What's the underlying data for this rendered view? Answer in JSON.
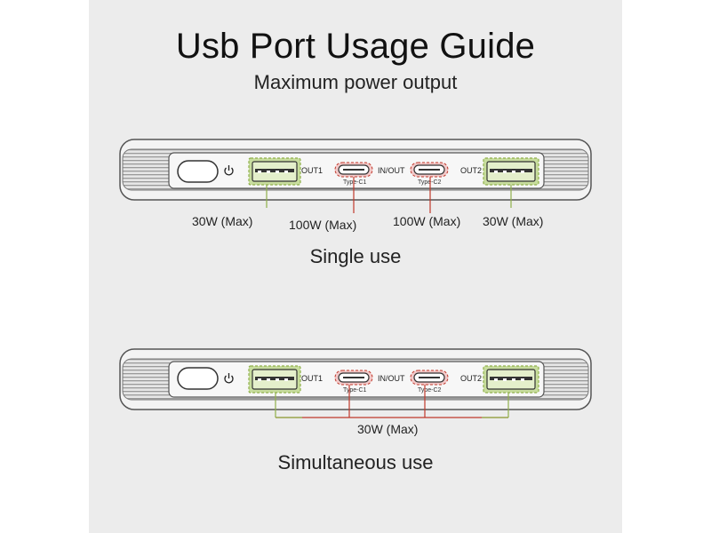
{
  "title": "Usb Port Usage Guide",
  "subtitle": "Maximum power output",
  "ports": {
    "out1": "OUT1",
    "in_out": "IN/OUT",
    "out2": "OUT2",
    "type_c1": "Type-C1",
    "type_c2": "Type-C2"
  },
  "single": {
    "label": "Single use",
    "out1_watts": "30W (Max)",
    "c1_watts": "100W (Max)",
    "c2_watts": "100W (Max)",
    "out2_watts": "30W (Max)"
  },
  "simultaneous": {
    "label": "Simultaneous use",
    "combined_watts": "30W (Max)"
  },
  "icons": [
    "power-icon",
    "usb-a-port-icon",
    "usb-c-port-icon"
  ],
  "colors": {
    "usb_a_highlight": "#8fb04a",
    "usb_c_highlight": "#c0392b",
    "panel_bg": "#ececec"
  }
}
